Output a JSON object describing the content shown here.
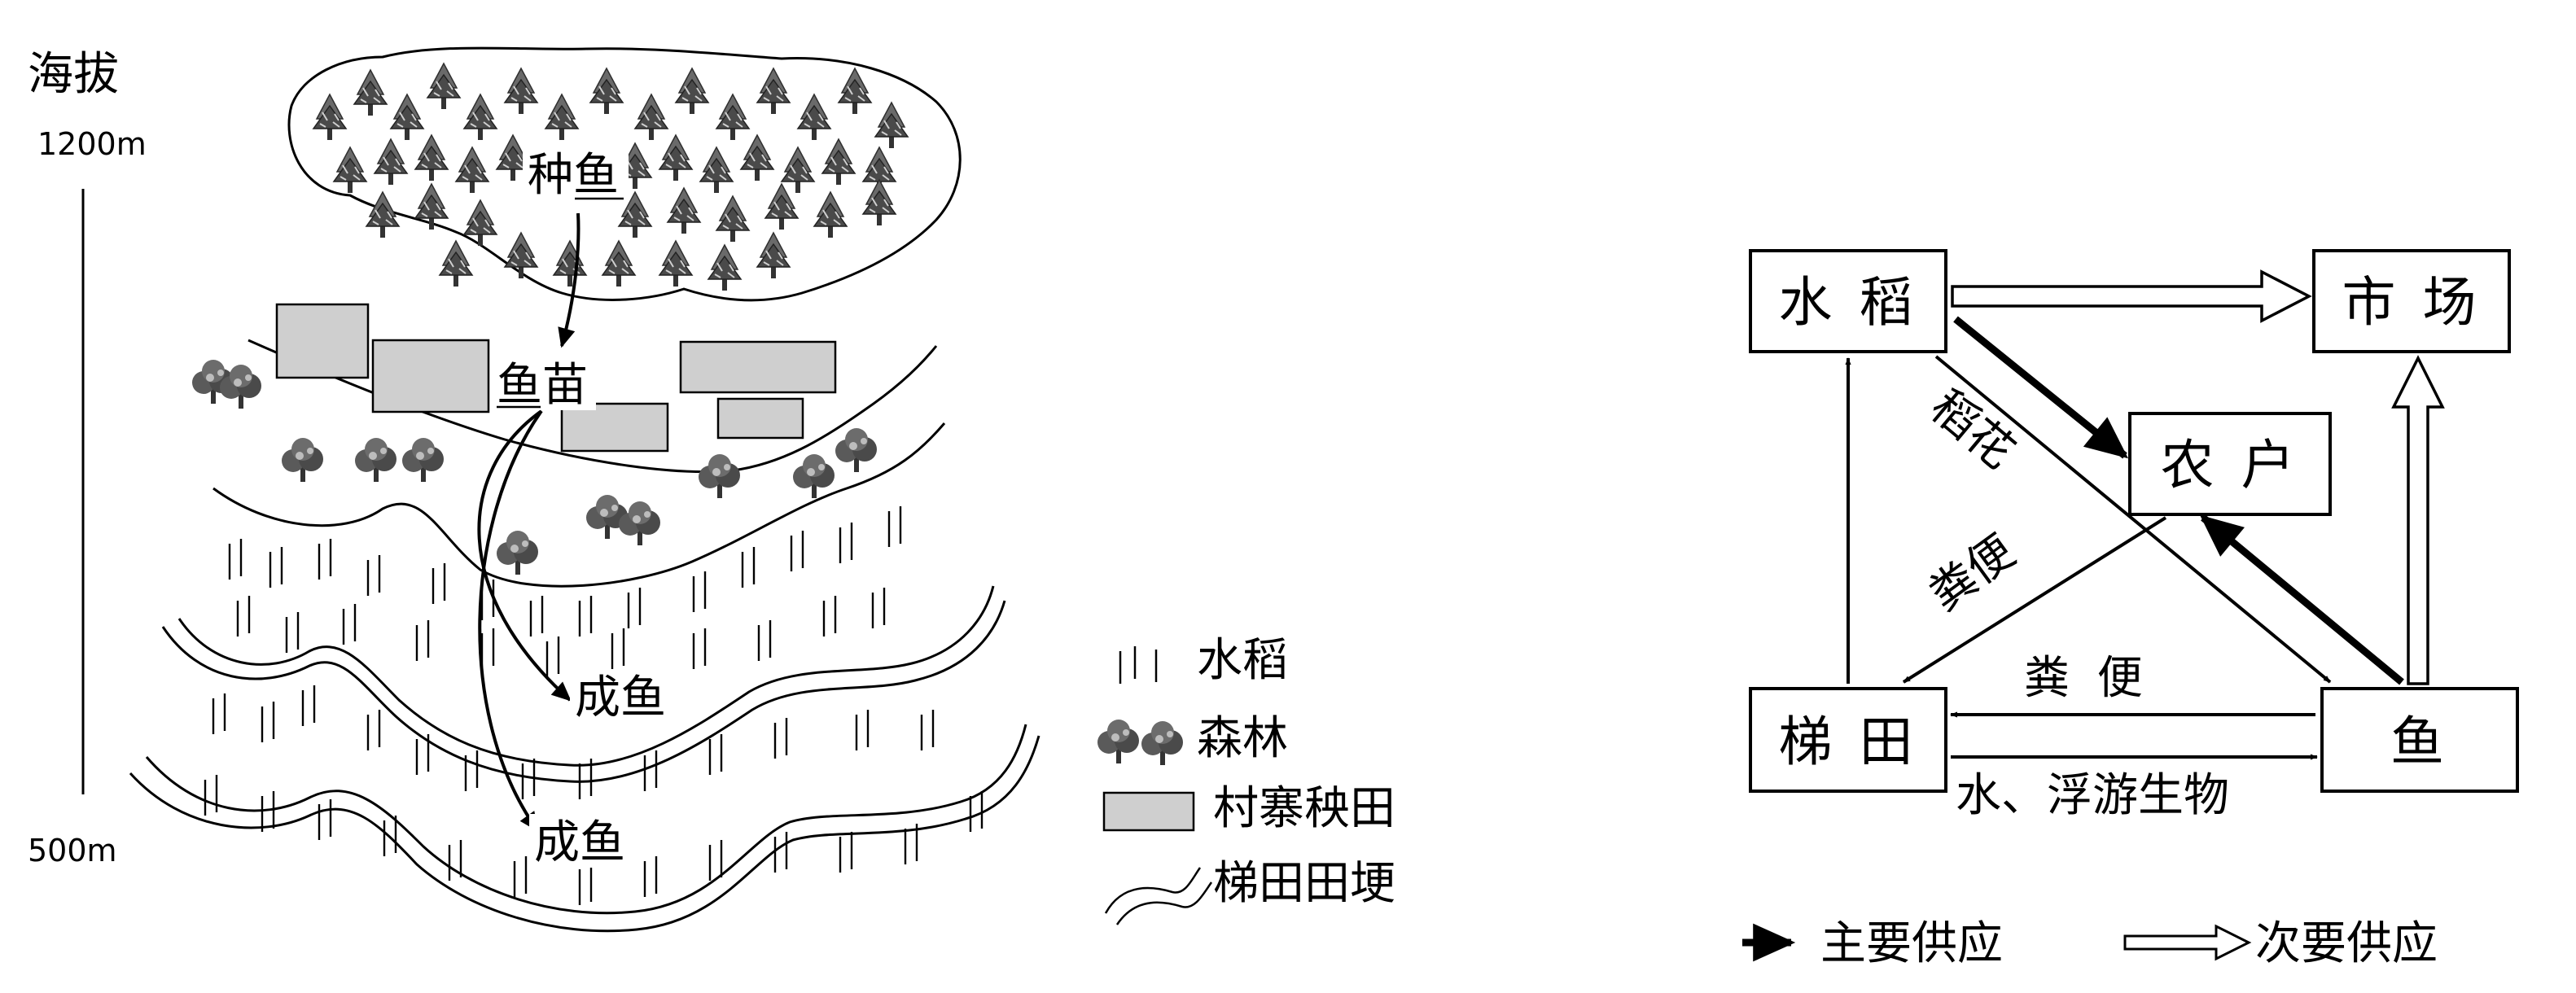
{
  "terrace_map": {
    "elevation": {
      "title": "海拔",
      "top": "1200m",
      "bottom": "500m"
    },
    "labels": {
      "brood_fish": "种鱼",
      "fry": "鱼苗",
      "adult_fish_upper": "成鱼",
      "adult_fish_lower": "成鱼"
    },
    "legend": [
      {
        "key": "rice",
        "label": "水稻",
        "icon": "rice-stalks-icon"
      },
      {
        "key": "forest",
        "label": "森林",
        "icon": "tree-icon"
      },
      {
        "key": "nursery",
        "label": "村寨秧田",
        "icon": "gray-plot-icon"
      },
      {
        "key": "ridge",
        "label": "梯田田埂",
        "icon": "ridge-lines-icon"
      }
    ]
  },
  "flow_diagram": {
    "nodes": {
      "rice": "水 稻",
      "market": "市 场",
      "farmer": "农 户",
      "terrace": "梯 田",
      "fish": "鱼"
    },
    "edge_labels": {
      "rice_flower": "稻花",
      "manure_diag": "粪便",
      "manure": "粪 便",
      "water_plankton": "水、浮游生物"
    },
    "legend": {
      "primary": "主要供应",
      "secondary": "次要供应"
    }
  }
}
